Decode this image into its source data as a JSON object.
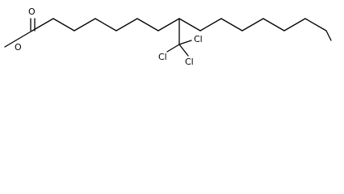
{
  "molecule": {
    "atoms": {
      "carbonyl_oxygen": "O",
      "ester_oxygen": "O",
      "chlorine_left": "Cl",
      "chlorine_top": "Cl",
      "chlorine_bottom": "Cl"
    },
    "colors": {
      "bond": "#000000",
      "label": "#000000",
      "background": "#ffffff"
    }
  }
}
